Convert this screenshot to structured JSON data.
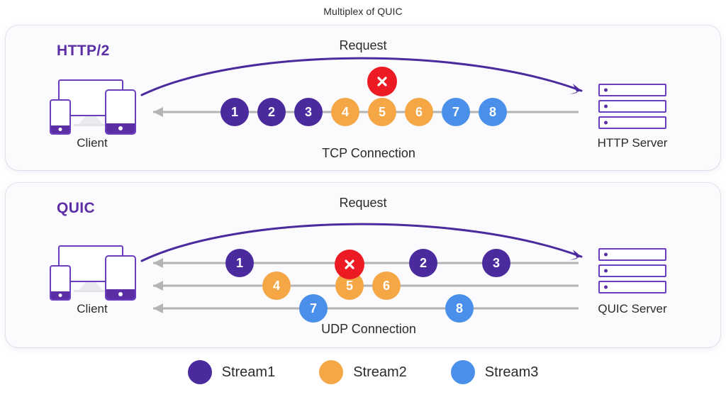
{
  "title": "Multiplex of QUIC",
  "colors": {
    "stream1": "#4b2a9e",
    "stream2": "#f5a645",
    "stream3": "#4a90ea",
    "error": "#ec1b23",
    "accent": "#5b2ea6",
    "line": "#b4b4b4",
    "panel_bg": "#fbfafc",
    "page_bg": "#ffffff"
  },
  "panels": [
    {
      "id": "http2",
      "protocol_label": "HTTP/2",
      "client_label": "Client",
      "server_label": "HTTP Server",
      "request_label": "Request",
      "connection_label": "TCP Connection",
      "error_marker": "x-mark",
      "rows": [
        {
          "name": "tcp-connection-row",
          "packets": [
            {
              "value": "1",
              "stream": "stream1"
            },
            {
              "value": "2",
              "stream": "stream1"
            },
            {
              "value": "3",
              "stream": "stream1"
            },
            {
              "value": "4",
              "stream": "stream2"
            },
            {
              "value": "5",
              "stream": "stream2"
            },
            {
              "value": "6",
              "stream": "stream2"
            },
            {
              "value": "7",
              "stream": "stream3"
            },
            {
              "value": "8",
              "stream": "stream3"
            }
          ]
        }
      ]
    },
    {
      "id": "quic",
      "protocol_label": "QUIC",
      "client_label": "Client",
      "server_label": "QUIC Server",
      "request_label": "Request",
      "connection_label": "UDP Connection",
      "error_marker": "x-mark",
      "rows": [
        {
          "name": "udp-stream-row-1",
          "packets": [
            {
              "value": "1",
              "stream": "stream1"
            },
            {
              "value": "2",
              "stream": "stream1"
            },
            {
              "value": "3",
              "stream": "stream1"
            }
          ]
        },
        {
          "name": "udp-stream-row-2",
          "packets": [
            {
              "value": "4",
              "stream": "stream2"
            },
            {
              "value": "5",
              "stream": "stream2"
            },
            {
              "value": "6",
              "stream": "stream2"
            }
          ]
        },
        {
          "name": "udp-stream-row-3",
          "packets": [
            {
              "value": "7",
              "stream": "stream3"
            },
            {
              "value": "8",
              "stream": "stream3"
            }
          ]
        }
      ]
    }
  ],
  "legend": [
    {
      "label": "Stream1",
      "color": "#4b2a9e"
    },
    {
      "label": "Stream2",
      "color": "#f5a645"
    },
    {
      "label": "Stream3",
      "color": "#4a90ea"
    }
  ]
}
